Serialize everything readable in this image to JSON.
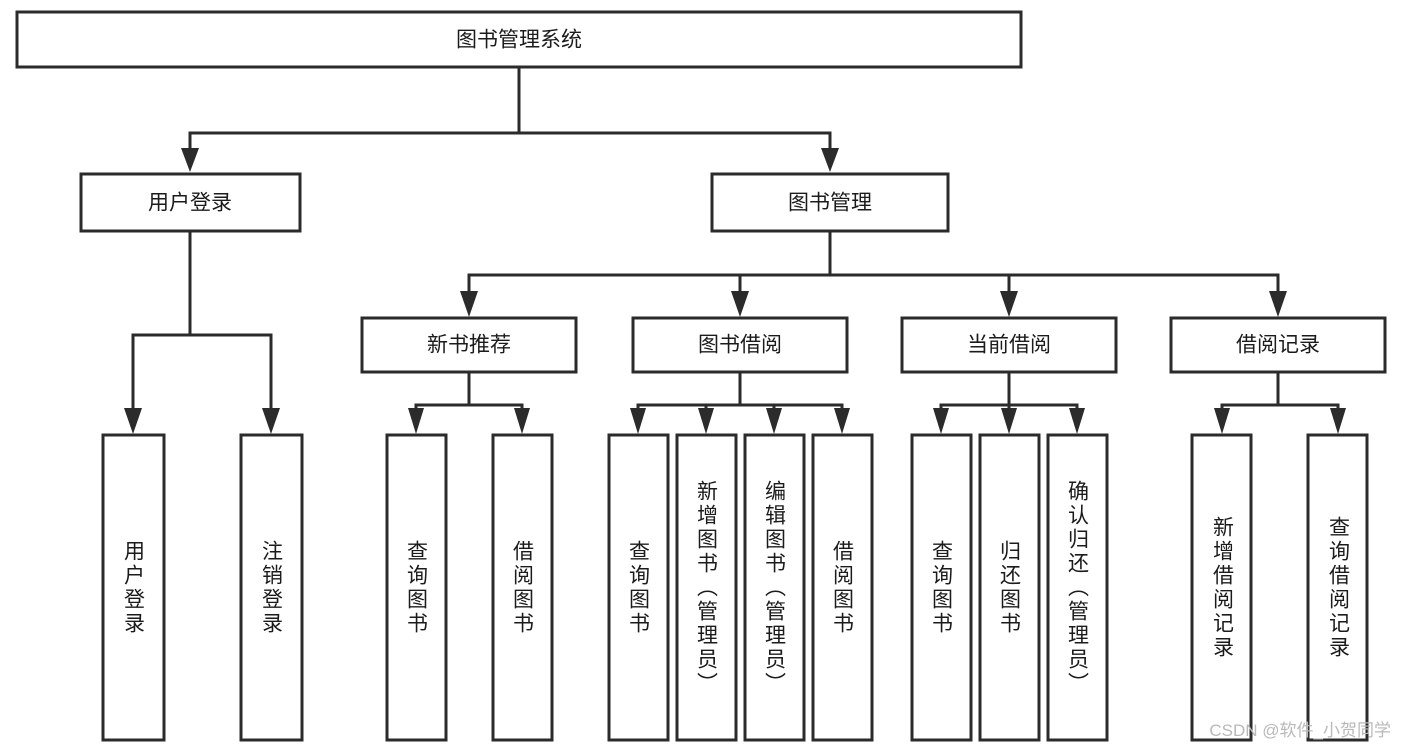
{
  "diagram": {
    "type": "hierarchy-tree",
    "title": "图书管理系统",
    "watermark": "CSDN @软件_小贺同学",
    "colors": {
      "stroke": "#2b2b2b",
      "node_fill": "#ffffff",
      "text": "#1b1b1b",
      "background": "#ffffff",
      "watermark": "#b9b9b9"
    },
    "levels": {
      "root": "图书管理系统",
      "level2": [
        "用户登录",
        "图书管理"
      ],
      "level3": [
        "新书推荐",
        "图书借阅",
        "当前借阅",
        "借阅记录"
      ]
    },
    "nodes": {
      "root": {
        "label": "图书管理系统",
        "orientation": "horizontal"
      },
      "user_login": {
        "label": "用户登录",
        "orientation": "horizontal"
      },
      "book_manage": {
        "label": "图书管理",
        "orientation": "horizontal"
      },
      "new_book_rec": {
        "label": "新书推荐",
        "orientation": "horizontal"
      },
      "book_borrow": {
        "label": "图书借阅",
        "orientation": "horizontal"
      },
      "current_borrow": {
        "label": "当前借阅",
        "orientation": "horizontal"
      },
      "borrow_record": {
        "label": "借阅记录",
        "orientation": "horizontal"
      },
      "leaf_user_login": {
        "label": "用户登录",
        "orientation": "vertical"
      },
      "leaf_user_logout": {
        "label": "注销登录",
        "orientation": "vertical"
      },
      "leaf_query_book_1": {
        "label": "查询图书",
        "orientation": "vertical"
      },
      "leaf_borrow_book_1": {
        "label": "借阅图书",
        "orientation": "vertical"
      },
      "leaf_query_book_2": {
        "label": "查询图书",
        "orientation": "vertical"
      },
      "leaf_add_book": {
        "label": "新增图书（管理员）",
        "orientation": "vertical"
      },
      "leaf_edit_book": {
        "label": "编辑图书（管理员）",
        "orientation": "vertical"
      },
      "leaf_borrow_book_2": {
        "label": "借阅图书",
        "orientation": "vertical"
      },
      "leaf_query_book_3": {
        "label": "查询图书",
        "orientation": "vertical"
      },
      "leaf_return_book": {
        "label": "归还图书",
        "orientation": "vertical"
      },
      "leaf_confirm_return": {
        "label": "确认归还（管理员）",
        "orientation": "vertical"
      },
      "leaf_add_record": {
        "label": "新增借阅记录",
        "orientation": "vertical"
      },
      "leaf_query_record": {
        "label": "查询借阅记录",
        "orientation": "vertical"
      }
    },
    "edges": [
      {
        "from": "图书管理系统",
        "to": "用户登录"
      },
      {
        "from": "图书管理系统",
        "to": "图书管理"
      },
      {
        "from": "用户登录",
        "to": "用户登录"
      },
      {
        "from": "用户登录",
        "to": "注销登录"
      },
      {
        "from": "图书管理",
        "to": "新书推荐"
      },
      {
        "from": "图书管理",
        "to": "图书借阅"
      },
      {
        "from": "图书管理",
        "to": "当前借阅"
      },
      {
        "from": "图书管理",
        "to": "借阅记录"
      },
      {
        "from": "新书推荐",
        "to": "查询图书"
      },
      {
        "from": "新书推荐",
        "to": "借阅图书"
      },
      {
        "from": "图书借阅",
        "to": "查询图书"
      },
      {
        "from": "图书借阅",
        "to": "新增图书（管理员）"
      },
      {
        "from": "图书借阅",
        "to": "编辑图书（管理员）"
      },
      {
        "from": "图书借阅",
        "to": "借阅图书"
      },
      {
        "from": "当前借阅",
        "to": "查询图书"
      },
      {
        "from": "当前借阅",
        "to": "归还图书"
      },
      {
        "from": "当前借阅",
        "to": "确认归还（管理员）"
      },
      {
        "from": "借阅记录",
        "to": "新增借阅记录"
      },
      {
        "from": "借阅记录",
        "to": "查询借阅记录"
      }
    ]
  }
}
